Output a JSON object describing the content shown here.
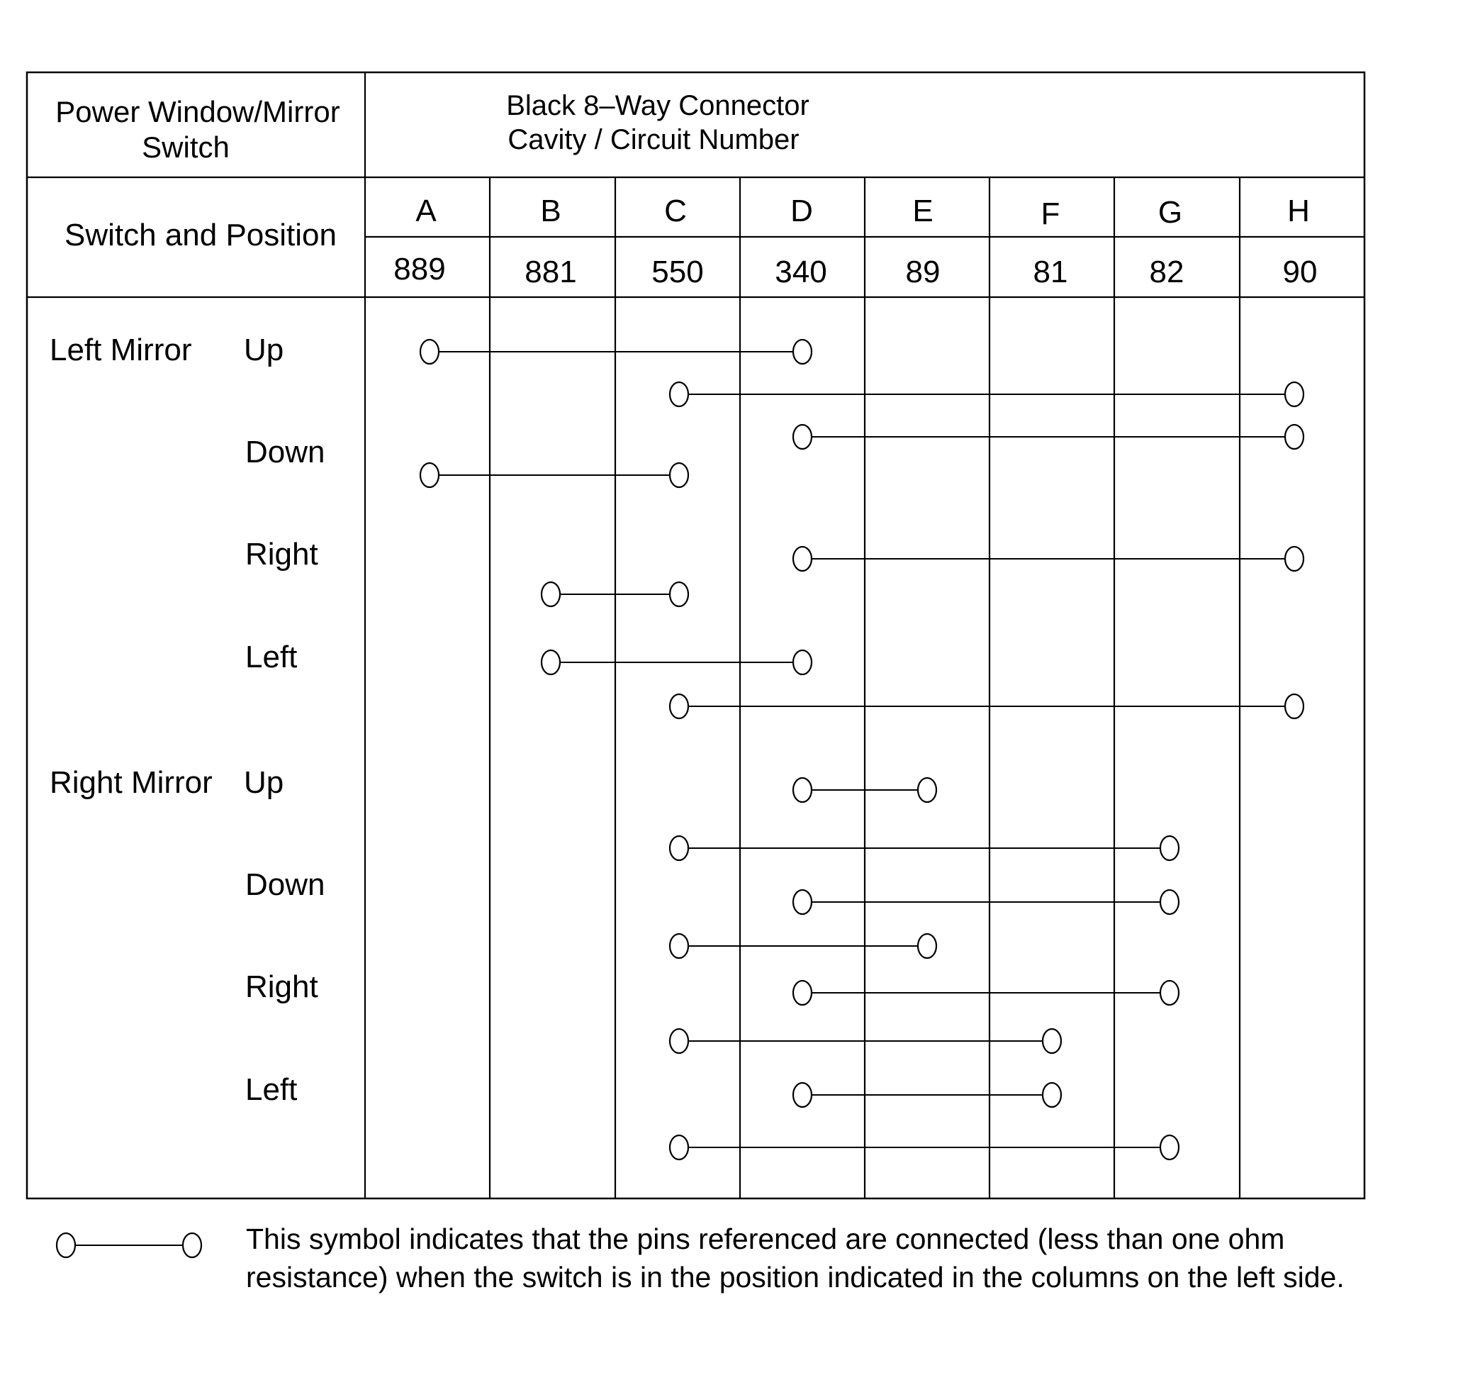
{
  "header": {
    "switch_title_line1": "Power Window/Mirror",
    "switch_title_line2": "Switch",
    "connector_line1": "Black 8–Way Connector",
    "connector_line2": "Cavity / Circuit Number",
    "switch_position_label": "Switch and Position"
  },
  "columns": [
    {
      "cavity": "A",
      "circuit": "889"
    },
    {
      "cavity": "B",
      "circuit": "881"
    },
    {
      "cavity": "C",
      "circuit": "550"
    },
    {
      "cavity": "D",
      "circuit": "340"
    },
    {
      "cavity": "E",
      "circuit": "89"
    },
    {
      "cavity": "F",
      "circuit": "81"
    },
    {
      "cavity": "G",
      "circuit": "82"
    },
    {
      "cavity": "H",
      "circuit": "90"
    }
  ],
  "groups": [
    {
      "label": "Left Mirror",
      "positions": [
        {
          "label": "Up",
          "connections": [
            [
              "A",
              "D"
            ],
            [
              "C",
              "H"
            ]
          ]
        },
        {
          "label": "Down",
          "connections": [
            [
              "D",
              "H"
            ],
            [
              "A",
              "C"
            ]
          ]
        },
        {
          "label": "Right",
          "connections": [
            [
              "D",
              "H"
            ],
            [
              "B",
              "C"
            ]
          ]
        },
        {
          "label": "Left",
          "connections": [
            [
              "B",
              "D"
            ],
            [
              "C",
              "H"
            ]
          ]
        }
      ]
    },
    {
      "label": "Right Mirror",
      "positions": [
        {
          "label": "Up",
          "connections": [
            [
              "D",
              "E"
            ],
            [
              "C",
              "G"
            ]
          ]
        },
        {
          "label": "Down",
          "connections": [
            [
              "D",
              "G"
            ],
            [
              "C",
              "E"
            ]
          ]
        },
        {
          "label": "Right",
          "connections": [
            [
              "D",
              "G"
            ],
            [
              "C",
              "F"
            ]
          ]
        },
        {
          "label": "Left",
          "connections": [
            [
              "D",
              "F"
            ],
            [
              "C",
              "G"
            ]
          ]
        }
      ]
    }
  ],
  "legend": {
    "text": "This symbol indicates that the pins referenced are connected (less than one ohm resistance) when the switch is in the position indicated in the columns on the left side."
  }
}
